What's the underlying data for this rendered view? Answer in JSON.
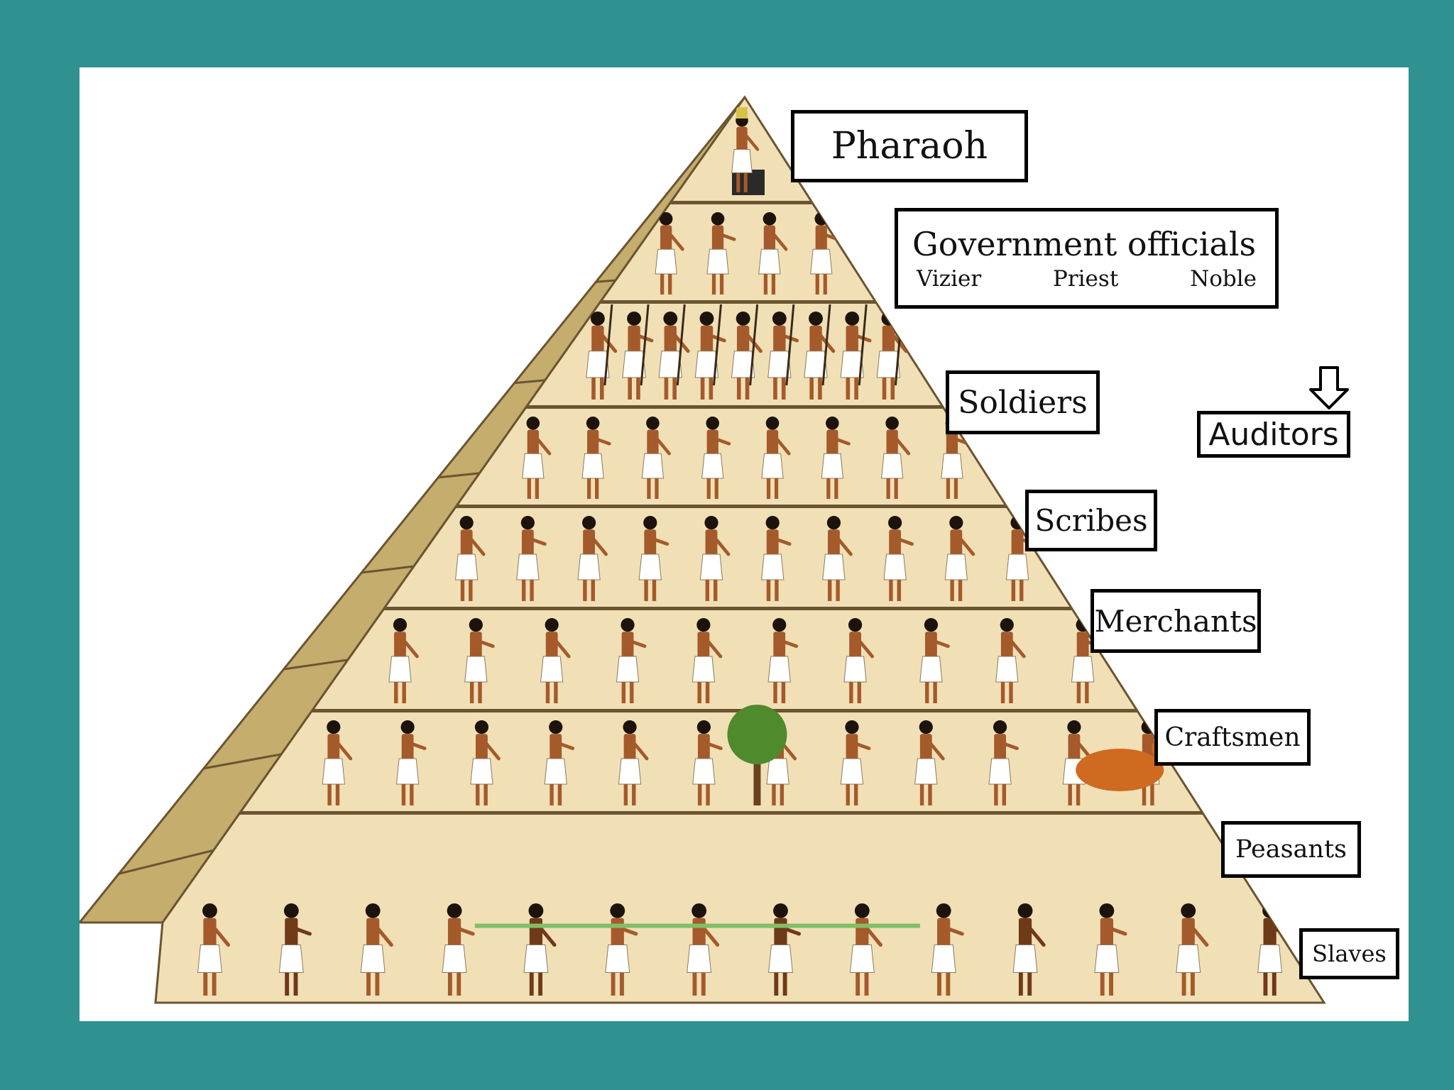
{
  "colors": {
    "background": "#2f9290",
    "panel": "#ffffff",
    "pyramid_face": "#f1dfb6",
    "pyramid_shadow": "#c4ad6d",
    "tier_line": "#6b5430",
    "box_border": "#000000",
    "figure_skin": "#a45a2a",
    "figure_cloth": "#ffffff",
    "ox": "#cf6a20",
    "tree": "#4f8a2d"
  },
  "diagram": {
    "tiers": [
      {
        "label": "Pharaoh"
      },
      {
        "label": "Government officials",
        "roles": [
          "Vizier",
          "Priest",
          "Noble"
        ]
      },
      {
        "label": "Soldiers"
      },
      {
        "label": "Scribes"
      },
      {
        "label": "Merchants"
      },
      {
        "label": "Craftsmen"
      },
      {
        "label": "Peasants"
      },
      {
        "label": "Slaves"
      }
    ],
    "annotation": {
      "label": "Auditors",
      "icon": "down-arrow-icon"
    }
  }
}
